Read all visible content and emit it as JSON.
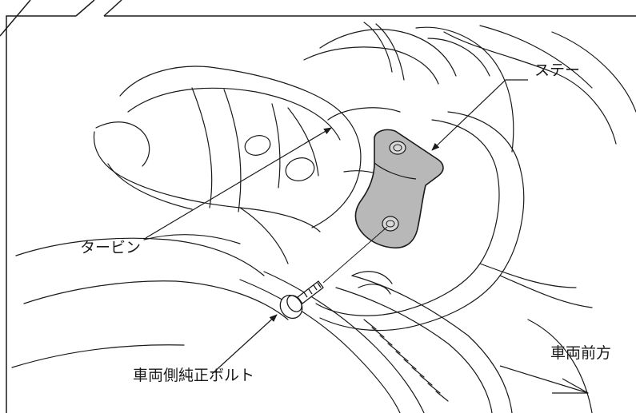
{
  "labels": {
    "stay": "ステー",
    "turbine": "タービン",
    "bolt": "車両側純正ボルト",
    "vehicle_front": "車両前方"
  },
  "colors": {
    "line": "#1a1a1a",
    "stay_fill": "#b8b8b8",
    "background": "#ffffff"
  }
}
